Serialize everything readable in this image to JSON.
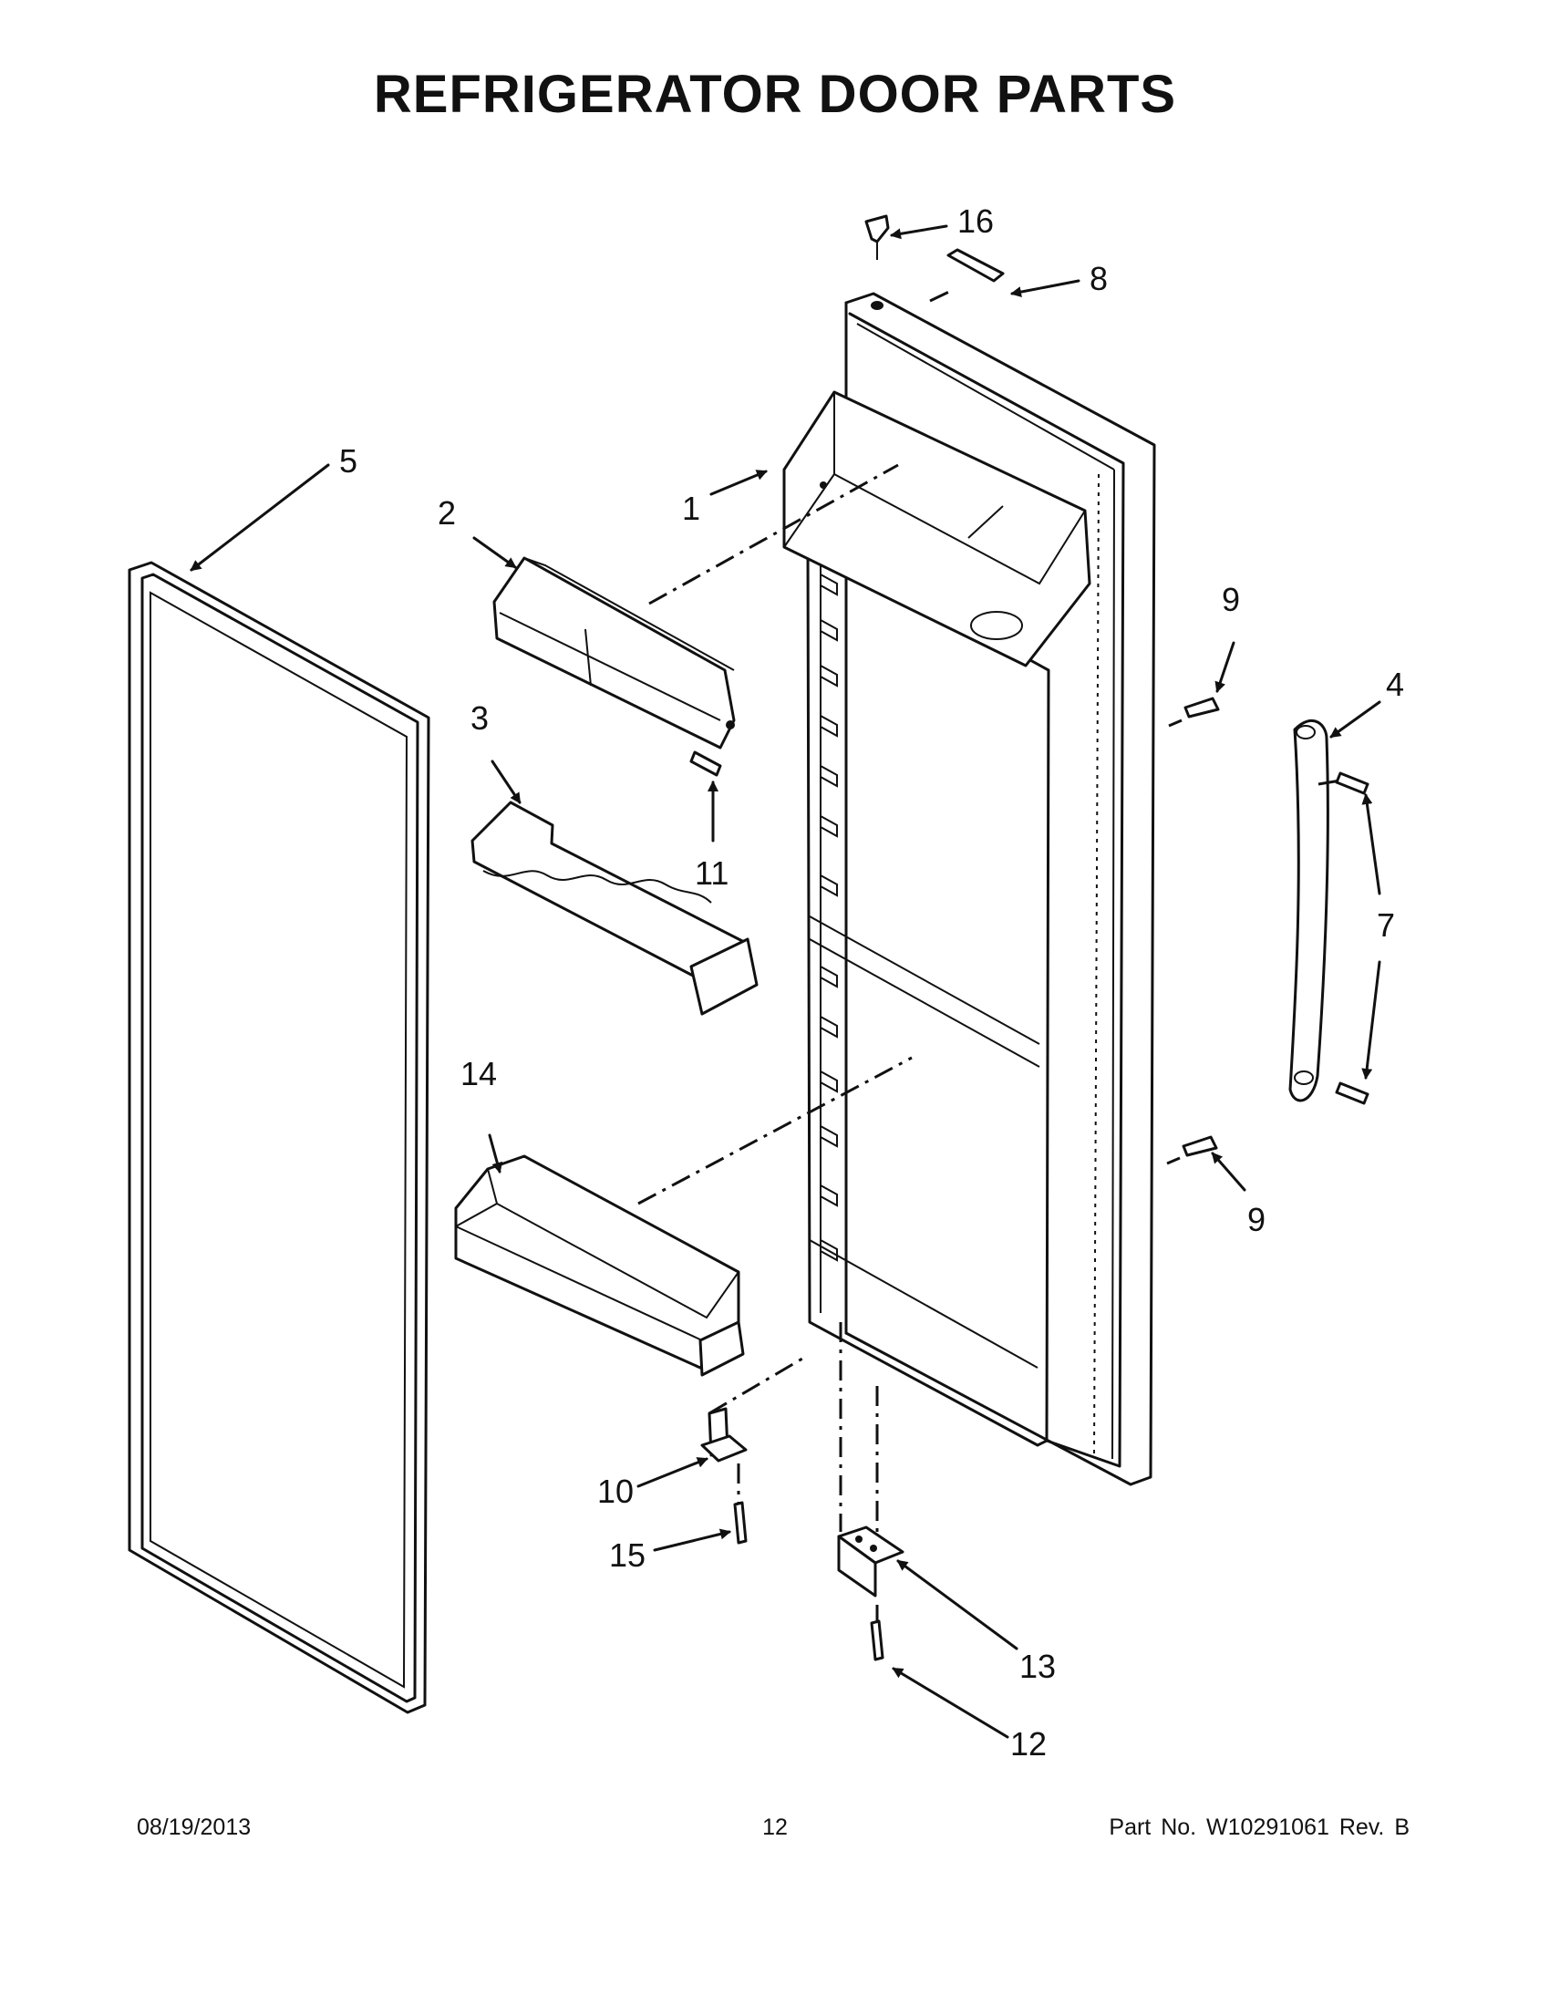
{
  "title": "REFRIGERATOR DOOR PARTS",
  "callouts": {
    "c1": "1",
    "c2": "2",
    "c3": "3",
    "c4": "4",
    "c5": "5",
    "c7": "7",
    "c8": "8",
    "c9a": "9",
    "c9b": "9",
    "c10": "10",
    "c11": "11",
    "c12": "12",
    "c13": "13",
    "c14": "14",
    "c15": "15",
    "c16": "16"
  },
  "footer": {
    "date": "08/19/2013",
    "page": "12",
    "part": "Part No.  W10291061  Rev.  B"
  }
}
